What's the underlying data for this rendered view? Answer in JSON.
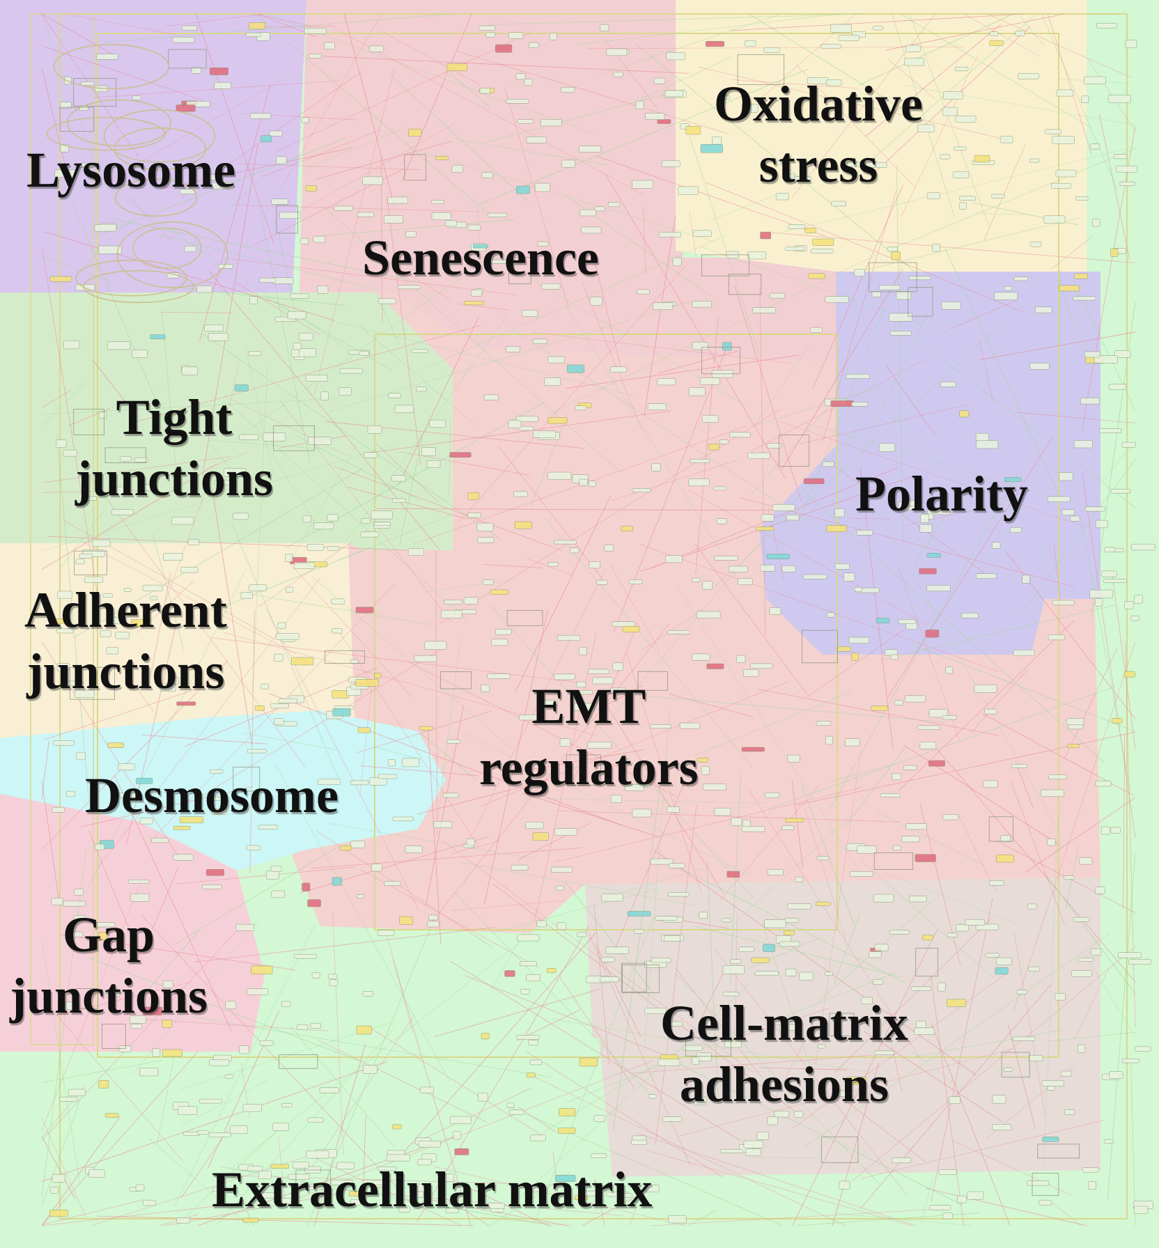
{
  "diagram": {
    "title": "",
    "regions": [
      {
        "id": "lysosome",
        "lines": [
          "Lysosome"
        ],
        "color": "#d9c7ee"
      },
      {
        "id": "senescence",
        "lines": [
          "Senescence"
        ],
        "color": "#f2cfd2"
      },
      {
        "id": "oxidative-stress",
        "lines": [
          "Oxidative",
          "stress"
        ],
        "color": "#f9f0cf"
      },
      {
        "id": "polarity",
        "lines": [
          "Polarity"
        ],
        "color": "#cfc9ef"
      },
      {
        "id": "tight-junctions",
        "lines": [
          "Tight",
          "junctions"
        ],
        "color": "#d5eccb"
      },
      {
        "id": "adherent-junctions",
        "lines": [
          "Adherent",
          "junctions"
        ],
        "color": "#f8efd5"
      },
      {
        "id": "emt-regulators",
        "lines": [
          "EMT",
          "regulators"
        ],
        "color": "#f4d2cf"
      },
      {
        "id": "desmosome",
        "lines": [
          "Desmosome"
        ],
        "color": "#cdf6f6"
      },
      {
        "id": "gap-junctions",
        "lines": [
          "Gap",
          "junctions"
        ],
        "color": "#f6d0d9"
      },
      {
        "id": "cell-matrix-adhesions",
        "lines": [
          "Cell-matrix",
          "adhesions"
        ],
        "color": "#e7dcd8"
      },
      {
        "id": "extracellular-matrix",
        "lines": [
          "Extracellular matrix"
        ],
        "color": "#d4f7d4"
      }
    ],
    "colors": {
      "edge_red": "#e88a96",
      "edge_green": "#9fd69a",
      "frame": "#d9d98a",
      "node_fill": "#e9f3df",
      "node_stroke": "#7a8f6a"
    }
  }
}
